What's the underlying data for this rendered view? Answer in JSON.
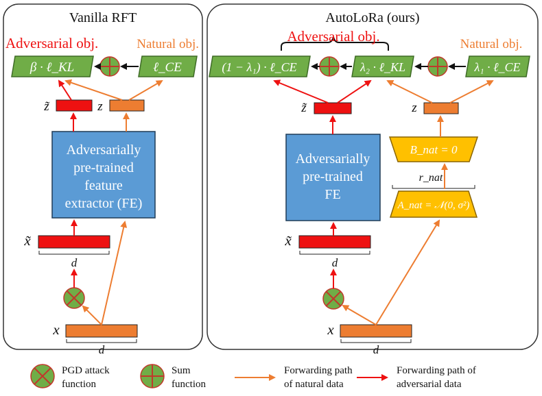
{
  "panels": {
    "left_title": "Vanilla RFT",
    "right_title": "AutoLoRa (ours)"
  },
  "labels": {
    "adversarial_obj": "Adversarial obj.",
    "natural_obj": "Natural obj."
  },
  "left": {
    "loss_adv": "β · ℓ_KL",
    "loss_nat": "ℓ_CE",
    "feat_adv": "z̃",
    "feat_nat": "z",
    "fe_lines": [
      "Adversarially",
      "pre-trained",
      "feature",
      "extractor (FE)"
    ],
    "input_adv": "x̃",
    "input_adv_dim": "d",
    "input_nat": "x",
    "input_nat_dim": "d"
  },
  "right": {
    "loss_1": "(1 − λ₁) · ℓ_CE",
    "loss_2": "λ₂ · ℓ_KL",
    "loss_3": "λ₁ · ℓ_CE",
    "feat_adv": "z̃",
    "feat_nat": "z",
    "fe_lines": [
      "Adversarially",
      "pre-trained",
      "FE"
    ],
    "b_nat": "B_nat = 0",
    "r_nat": "r_nat",
    "a_nat": "A_nat = 𝒩(0, σ²)",
    "input_adv": "x̃",
    "input_adv_dim": "d",
    "input_nat": "x",
    "input_nat_dim": "d"
  },
  "legend": {
    "pgd": "PGD attack function",
    "sum": "Sum function",
    "natural_path": "Forwarding path of natural data",
    "adversarial_path": "Forwarding path of adversarial data"
  },
  "colors": {
    "red": "#EE1111",
    "orange": "#ED7D31",
    "green": "#70AD47",
    "green_border": "#3E6B26",
    "blue": "#5B9BD5",
    "gold": "#FFC000",
    "panel_border": "#333333"
  },
  "icons": {
    "pgd": "pgd-attack-icon",
    "sum": "sum-icon"
  }
}
